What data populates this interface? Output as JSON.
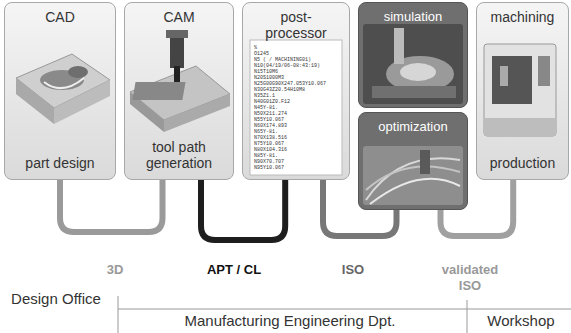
{
  "diagram": {
    "nodes": [
      {
        "text": [
          "CAD",
          "part design"
        ]
      },
      {
        "text": [
          "CAM",
          "tool path generation"
        ]
      },
      {
        "text": [
          "post-processor"
        ]
      },
      {
        "text": [
          "simulation"
        ]
      },
      {
        "text": [
          "optimization"
        ]
      },
      {
        "text": [
          "machining",
          "production"
        ]
      }
    ],
    "edges": [
      {
        "from": 0,
        "to": 1,
        "label": "3D",
        "arrow": "none"
      },
      {
        "from": 1,
        "to": 2,
        "label": "APT / CL",
        "arrow": "none"
      },
      {
        "from": 2,
        "to": 4,
        "label": "ISO",
        "arrow": "none"
      },
      {
        "from": 4,
        "to": 5,
        "label": "validated ISO",
        "arrow": "none"
      }
    ],
    "labels": [
      "%",
      "O1245",
      "N5 ( / MACHINING01)",
      "N10(04/19/06-08:43:19)",
      "N15T10M6",
      "N20S1000M3",
      "N25G00G90X247.053Y10.067",
      "N30G43Z20.54H10M8",
      "N35Z1.1",
      "N40G01Z0.F12",
      "N45Y-81.",
      "N50X211.274",
      "N55Y10.067",
      "N60X174.893",
      "N65Y-81.",
      "N70X138.516",
      "N75Y10.067",
      "N80X104.316",
      "N85Y-81.",
      "N90X70.707",
      "N95Y10.067",
      "Design Office",
      "Manufacturing Engineering Dpt.",
      "Workshop"
    ]
  }
}
